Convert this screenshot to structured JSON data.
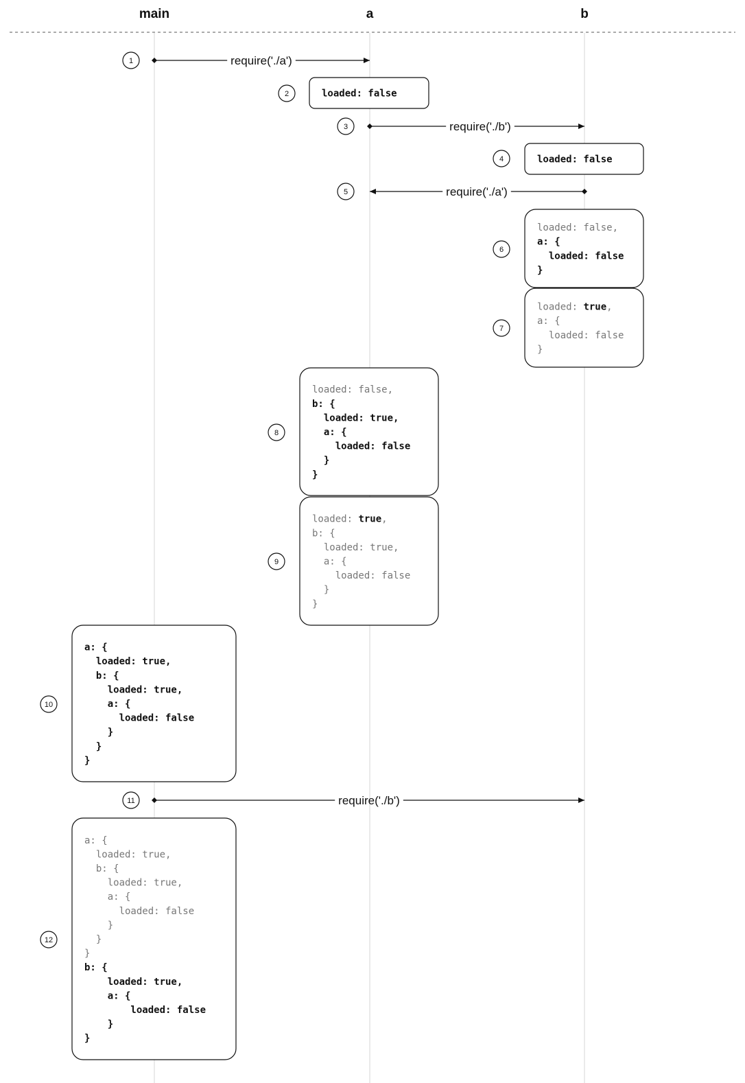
{
  "lanes": [
    {
      "id": "main",
      "title": "main"
    },
    {
      "id": "a",
      "title": "a"
    },
    {
      "id": "b",
      "title": "b"
    }
  ],
  "steps": [
    {
      "n": "1",
      "kind": "call",
      "from": "main",
      "to": "a",
      "label": "require('./a')"
    },
    {
      "n": "2",
      "kind": "state",
      "lane": "a",
      "lines": [
        {
          "t": "loaded: false",
          "b": true
        }
      ]
    },
    {
      "n": "3",
      "kind": "call",
      "from": "a",
      "to": "b",
      "label": "require('./b')"
    },
    {
      "n": "4",
      "kind": "state",
      "lane": "b",
      "lines": [
        {
          "t": "loaded: false",
          "b": true
        }
      ]
    },
    {
      "n": "5",
      "kind": "call",
      "from": "b",
      "to": "a",
      "label": "require('./a')"
    },
    {
      "n": "6",
      "kind": "state",
      "lane": "b",
      "lines": [
        {
          "t": "loaded: false,",
          "b": false
        },
        {
          "t": "a: {",
          "b": true
        },
        {
          "t": "  loaded: false",
          "b": true
        },
        {
          "t": "}",
          "b": true
        }
      ]
    },
    {
      "n": "7",
      "kind": "state",
      "lane": "b",
      "lines": [
        {
          "segs": [
            {
              "t": "loaded: ",
              "b": false
            },
            {
              "t": "true",
              "b": true
            },
            {
              "t": ",",
              "b": false
            }
          ]
        },
        {
          "t": "a: {",
          "b": false
        },
        {
          "t": "  loaded: false",
          "b": false
        },
        {
          "t": "}",
          "b": false
        }
      ]
    },
    {
      "n": "8",
      "kind": "state",
      "lane": "a",
      "lines": [
        {
          "t": "loaded: false,",
          "b": false
        },
        {
          "t": "b: {",
          "b": true
        },
        {
          "t": "  loaded: true,",
          "b": true
        },
        {
          "t": "  a: {",
          "b": true
        },
        {
          "t": "    loaded: false",
          "b": true
        },
        {
          "t": "  }",
          "b": true
        },
        {
          "t": "}",
          "b": true
        }
      ]
    },
    {
      "n": "9",
      "kind": "state",
      "lane": "a",
      "lines": [
        {
          "segs": [
            {
              "t": "loaded: ",
              "b": false
            },
            {
              "t": "true",
              "b": true
            },
            {
              "t": ",",
              "b": false
            }
          ]
        },
        {
          "t": "b: {",
          "b": false
        },
        {
          "t": "  loaded: true,",
          "b": false
        },
        {
          "t": "  a: {",
          "b": false
        },
        {
          "t": "    loaded: false",
          "b": false
        },
        {
          "t": "  }",
          "b": false
        },
        {
          "t": "}",
          "b": false
        }
      ]
    },
    {
      "n": "10",
      "kind": "state",
      "lane": "main",
      "lines": [
        {
          "t": "a: {",
          "b": true
        },
        {
          "t": "  loaded: true,",
          "b": true
        },
        {
          "t": "  b: {",
          "b": true
        },
        {
          "t": "    loaded: true,",
          "b": true
        },
        {
          "t": "    a: {",
          "b": true
        },
        {
          "t": "      loaded: false",
          "b": true
        },
        {
          "t": "    }",
          "b": true
        },
        {
          "t": "  }",
          "b": true
        },
        {
          "t": "}",
          "b": true
        }
      ]
    },
    {
      "n": "11",
      "kind": "call",
      "from": "main",
      "to": "b",
      "label": "require('./b')"
    },
    {
      "n": "12",
      "kind": "state",
      "lane": "main",
      "lines": [
        {
          "t": "a: {",
          "b": false
        },
        {
          "t": "  loaded: true,",
          "b": false
        },
        {
          "t": "  b: {",
          "b": false
        },
        {
          "t": "    loaded: true,",
          "b": false
        },
        {
          "t": "    a: {",
          "b": false
        },
        {
          "t": "      loaded: false",
          "b": false
        },
        {
          "t": "    }",
          "b": false
        },
        {
          "t": "  }",
          "b": false
        },
        {
          "t": "}",
          "b": false
        },
        {
          "t": "b: {",
          "b": true
        },
        {
          "t": "    loaded: true,",
          "b": true
        },
        {
          "t": "    a: {",
          "b": true
        },
        {
          "t": "        loaded: false",
          "b": true
        },
        {
          "t": "    }",
          "b": true
        },
        {
          "t": "}",
          "b": true
        }
      ]
    }
  ]
}
